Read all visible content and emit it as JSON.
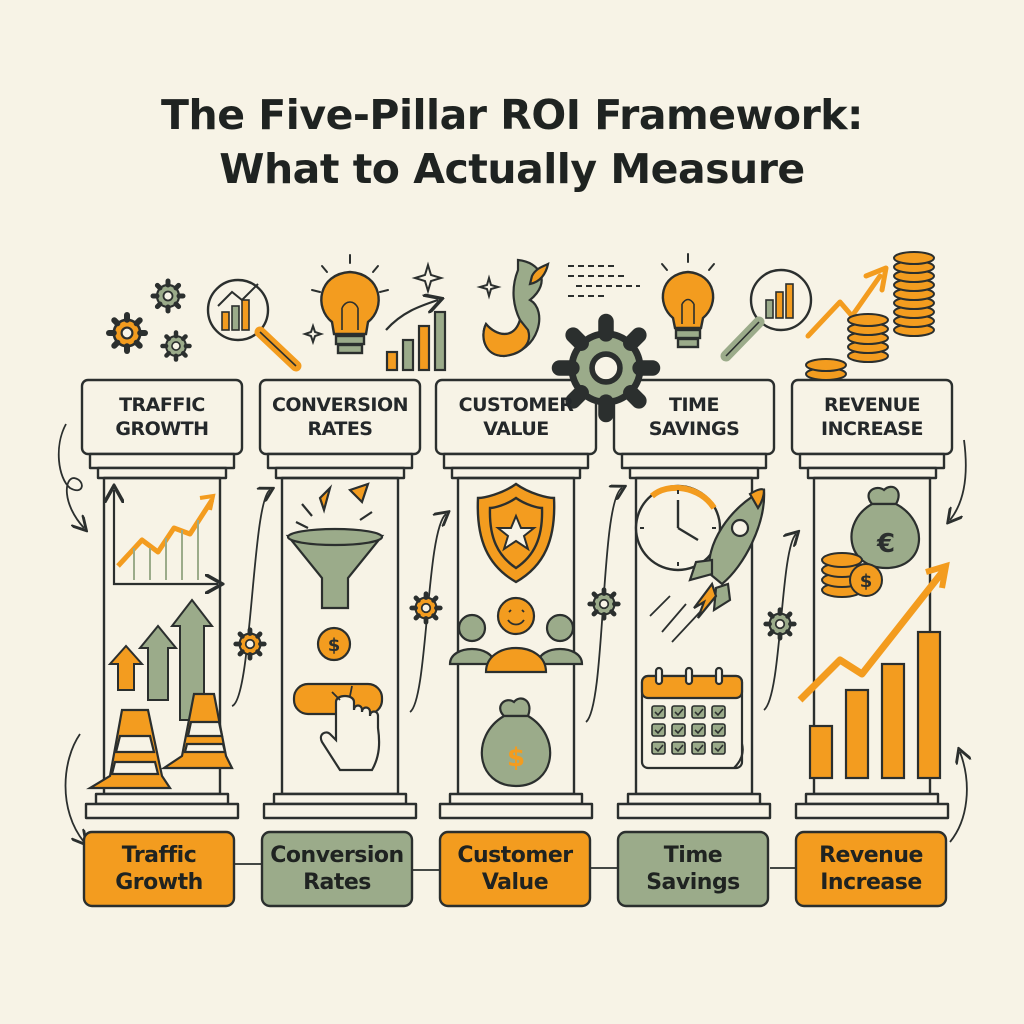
{
  "title": {
    "line1": "The Five-Pillar ROI Framework:",
    "line2": "What to Actually Measure"
  },
  "colors": {
    "background": "#f7f3e6",
    "orange": "#f39c1f",
    "sage": "#9bab8a",
    "ink": "#2b2f2e"
  },
  "pillars": [
    {
      "cap_label": "TRAFFIC\nGROWTH",
      "bottom_label": "Traffic\nGrowth",
      "bottom_color": "orange",
      "icons": [
        "gear-icon",
        "magnifier-chart-icon",
        "line-chart-icon",
        "up-arrows-icon",
        "traffic-cone-icon"
      ]
    },
    {
      "cap_label": "CONVERSION\nRATES",
      "bottom_label": "Conversion\nRates",
      "bottom_color": "sage",
      "icons": [
        "lightbulb-icon",
        "bar-chart-icon",
        "funnel-icon",
        "dollar-coin-icon",
        "pointer-hand-icon"
      ]
    },
    {
      "cap_label": "CUSTOMER\nVALUE",
      "bottom_label": "Customer\nValue",
      "bottom_color": "orange",
      "icons": [
        "gear-icon",
        "shield-star-icon",
        "people-icon",
        "money-bag-icon"
      ]
    },
    {
      "cap_label": "TIME\nSAVINGS",
      "bottom_label": "Time\nSavings",
      "bottom_color": "sage",
      "icons": [
        "lightbulb-icon",
        "clock-icon",
        "rocket-icon",
        "calendar-icon"
      ]
    },
    {
      "cap_label": "REVENUE\nINCREASE",
      "bottom_label": "Revenue\nIncrease",
      "bottom_color": "orange",
      "icons": [
        "coin-stack-icon",
        "euro-bag-icon",
        "coins-icon",
        "growth-bar-chart-icon"
      ]
    }
  ]
}
